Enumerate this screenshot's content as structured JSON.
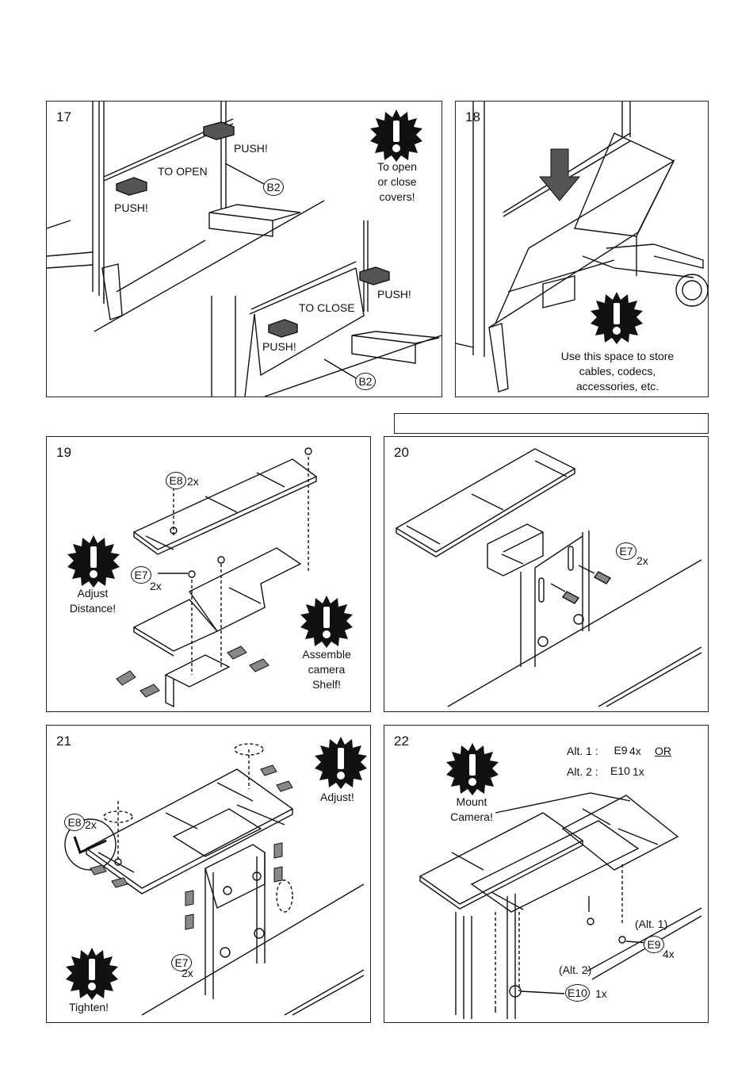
{
  "step17": {
    "number": "17",
    "push_a": "PUSH!",
    "to_open": "TO OPEN",
    "push_b": "PUSH!",
    "part_a": "B2",
    "note": "To open\nor close\ncovers!",
    "push_c": "PUSH!",
    "to_close": "TO CLOSE",
    "push_d": "PUSH!",
    "part_b": "B2"
  },
  "step18": {
    "number": "18",
    "note": "Use this space to store\ncables, codecs,\naccessories, etc."
  },
  "step19": {
    "number": "19",
    "part_e8": "E8",
    "qty_e8": "2x",
    "part_e7": "E7",
    "qty_e7": "2x",
    "note_left": "Adjust\nDistance!",
    "note_right": "Assemble\ncamera\nShelf!"
  },
  "step20": {
    "number": "20",
    "part_e7": "E7",
    "qty_e7": "2x"
  },
  "step21": {
    "number": "21",
    "note_adjust": "Adjust!",
    "part_e8": "E8",
    "qty_e8": "2x",
    "part_e7": "E7",
    "qty_e7": "2x",
    "note_tighten": "Tighten!"
  },
  "step22": {
    "number": "22",
    "alt1_label": "Alt. 1 :",
    "alt1_part": "E9",
    "alt1_qty": "4x",
    "alt1_or": "OR",
    "alt2_label": "Alt. 2 :",
    "alt2_part": "E10",
    "alt2_qty": "1x",
    "note": "Mount\nCamera!",
    "alt1_tag": "(Alt. 1)",
    "part_e9": "E9",
    "qty_e9": "4x",
    "alt2_tag": "(Alt. 2)",
    "part_e10": "E10",
    "qty_e10": "1x"
  }
}
